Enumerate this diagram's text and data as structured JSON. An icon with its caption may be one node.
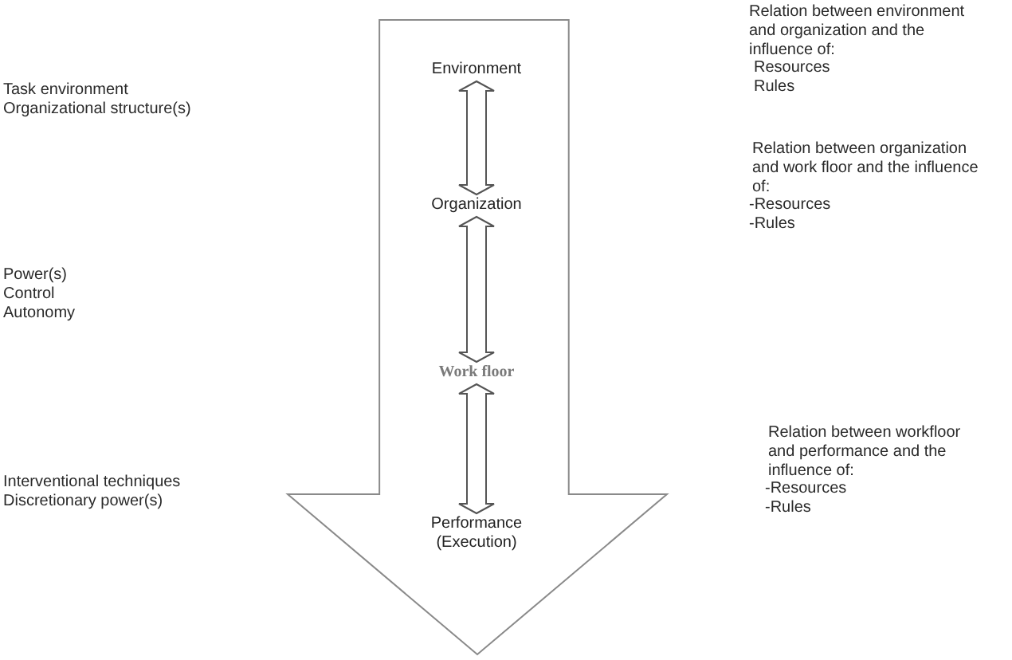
{
  "diagram": {
    "nodes": [
      {
        "text": [],
        "shape": "arrow"
      },
      {
        "text": [
          "Environment"
        ],
        "in": 0
      },
      {
        "text": [
          "Organization"
        ],
        "in": 0
      },
      {
        "text": [
          "Work floor"
        ],
        "in": 0
      },
      {
        "text": [
          "Performance (Execution)"
        ],
        "in": 0
      }
    ],
    "edges": [
      {
        "from": 1,
        "to": 2,
        "arrow": "both"
      },
      {
        "from": 2,
        "to": 3,
        "arrow": "both"
      },
      {
        "from": 3,
        "to": 4,
        "arrow": "both"
      }
    ],
    "labels": [
      "Task environment",
      "Organizational structure(s)",
      "Power(s)",
      "Control",
      "Autonomy",
      "Interventional techniques",
      "Discretionary power(s)",
      "Relation between environment and organization and the influence of:",
      "Resources",
      "Rules",
      "Relation between organization and work floor and the influence of:",
      "-Resources",
      "-Rules",
      "Relation between workfloor and performance and the influence of:",
      "-Resources",
      "-Rules"
    ]
  }
}
